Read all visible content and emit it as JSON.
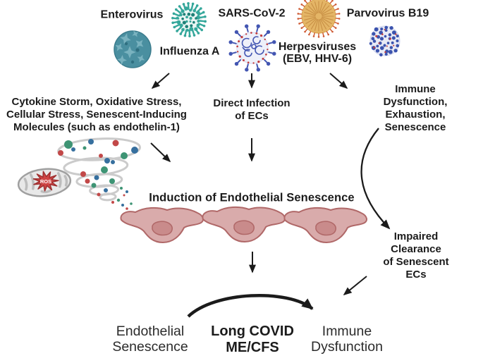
{
  "figure": {
    "viruses": [
      {
        "label": "Enterovirus"
      },
      {
        "label": "Influenza A"
      },
      {
        "label": "SARS-CoV-2"
      },
      {
        "label": "Herpesviruses\n(EBV, HHV-6)"
      },
      {
        "label": "Parvovirus B19"
      }
    ],
    "causes": [
      {
        "text": "Cytokine Storm, Oxidative Stress,\nCellular Stress, Senescent-Inducing\nMolecules (such as endothelin-1)"
      },
      {
        "text": "Direct Infection\nof ECs"
      },
      {
        "text": "Immune Dysfunction,\nExhaustion, Senescence"
      }
    ],
    "induction_label": "Induction of Endothelial Senescence",
    "impaired_label": "Impaired Clearance\nof Senescent ECs",
    "ros_label": "ROS",
    "outcomes": [
      {
        "text": "Endothelial\nSenescence"
      },
      {
        "text": "Long COVID\nME/CFS"
      },
      {
        "text": "Immune\nDysfunction"
      }
    ]
  },
  "icons": [
    "enterovirus-icon",
    "influenza-icon",
    "sars-cov-2-icon",
    "herpesvirus-icon",
    "parvovirus-icon",
    "signaling-molecules-tornado",
    "mitochondria-ros-icon",
    "endothelial-cells-illustration"
  ],
  "colors": {
    "background": "#ffffff",
    "ink": "#1b1b1b",
    "arrow": "#1b1b1b",
    "entero_body": "#4a8fa0",
    "entero_star": "#79b2bf",
    "entero_dark": "#2f6f80",
    "flu_teal": "#35a79b",
    "flu_dark": "#1e8077",
    "flu_body": "#eaf6f4",
    "sars_blue": "#4356b2",
    "sars_body": "#eef0f9",
    "virus_red": "#c23b3b",
    "herpes_body": "#e4b566",
    "herpes_spike": "#cf5c35",
    "herpes_line": "#c89045",
    "parvo_blue": "#3b53ae",
    "parvo_body": "#e9ebf5",
    "tornado_gray": "#cbcbcb",
    "dot_green": "#3e9474",
    "dot_blue": "#366f9e",
    "dot_red": "#c24848",
    "mito_fill": "#e8e8e8",
    "mito_stroke": "#a0a0a0",
    "mito_cristae": "#bdbdbd",
    "ros_red": "#cf4444",
    "ros_outline": "#9e3030",
    "cell_fill": "#d9abab",
    "cell_stroke": "#b06868",
    "nucleus_fill": "#c98b8b"
  }
}
